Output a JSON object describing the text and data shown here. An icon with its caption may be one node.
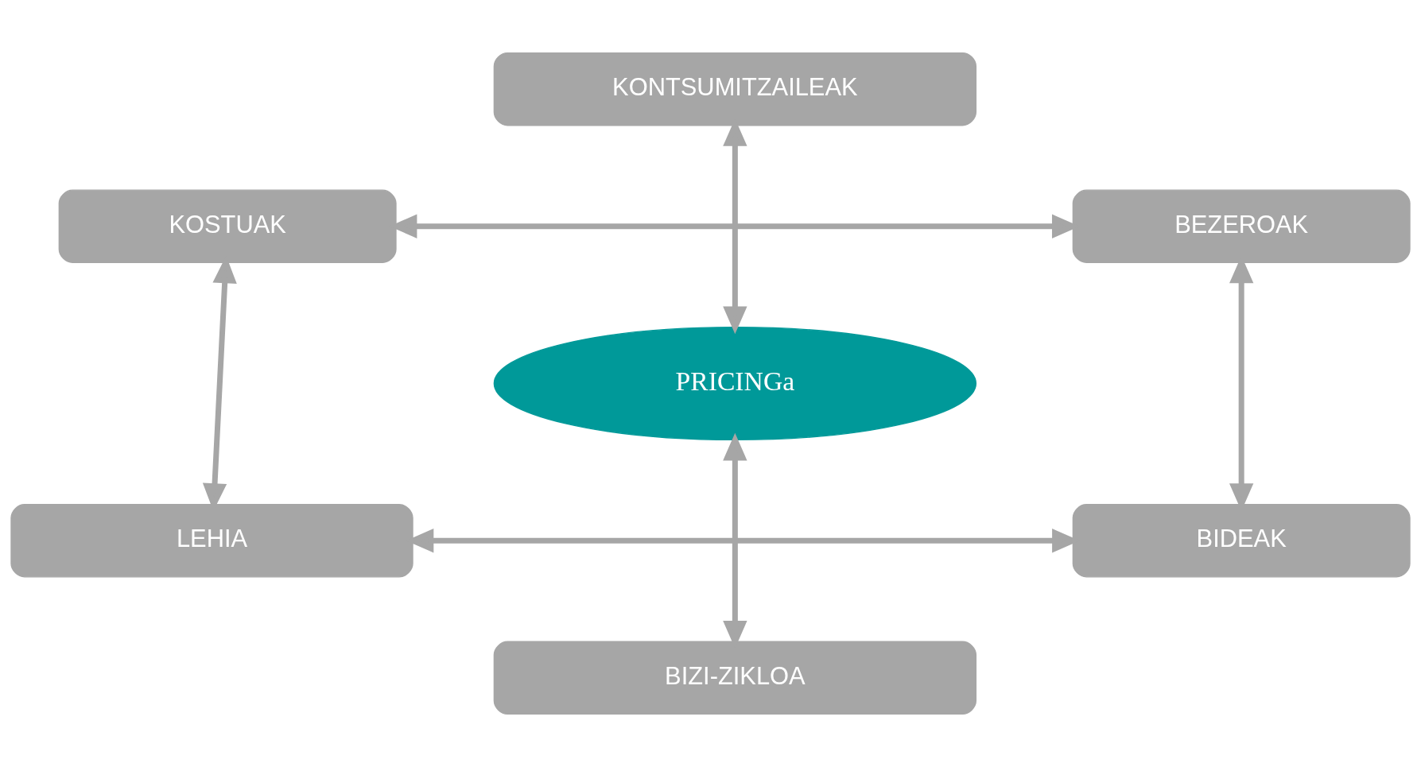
{
  "diagram": {
    "nodes": [
      {
        "text": [
          "KONTSUMITZAILEAK"
        ]
      },
      {
        "text": [
          "KOSTUAK"
        ]
      },
      {
        "text": [
          "BEZEROAK"
        ]
      },
      {
        "text": [
          "PRICINGa"
        ]
      },
      {
        "text": [
          "LEHIA"
        ]
      },
      {
        "text": [
          "BIDEAK"
        ]
      },
      {
        "text": [
          "BIZI-ZIKLOA"
        ]
      }
    ],
    "edges": [
      {
        "from": 1,
        "to": 2,
        "arrow": "both"
      },
      {
        "from": 0,
        "to": 3,
        "arrow": "both"
      },
      {
        "from": 1,
        "to": 4,
        "arrow": "both"
      },
      {
        "from": 2,
        "to": 5,
        "arrow": "both"
      },
      {
        "from": 4,
        "to": 5,
        "arrow": "both"
      },
      {
        "from": 3,
        "to": 6,
        "arrow": "both"
      }
    ]
  }
}
